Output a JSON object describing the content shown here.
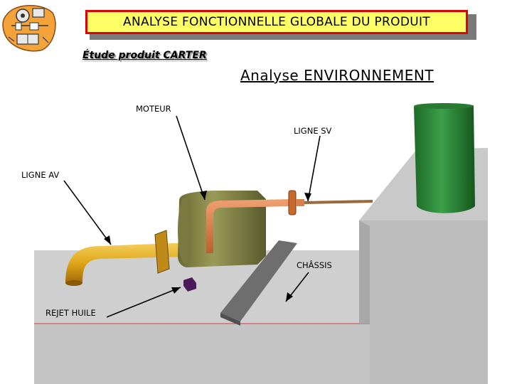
{
  "header": {
    "title": "ANALYSE FONCTIONNELLE GLOBALE DU PRODUIT",
    "subtitle": "Étude produit CARTER"
  },
  "section": {
    "title": "Analyse ENVIRONNEMENT"
  },
  "labels": {
    "moteur": "MOTEUR",
    "ligne_sv": "LIGNE SV",
    "ligne_av": "LIGNE AV",
    "chassis": "CHÂSSIS",
    "rejet_huile": "REJET HUILE"
  },
  "colors": {
    "title_fill": "#ffff66",
    "title_border": "#e00000",
    "pipe_orange": "#d4824a",
    "pipe_yellow": "#e0b020",
    "motor_olive": "#8a8a4a",
    "tank_green": "#2e8a3a",
    "block_gray": "#c8c8c8"
  },
  "icons": {
    "logo": "mechanical-drawing-logo-icon"
  }
}
